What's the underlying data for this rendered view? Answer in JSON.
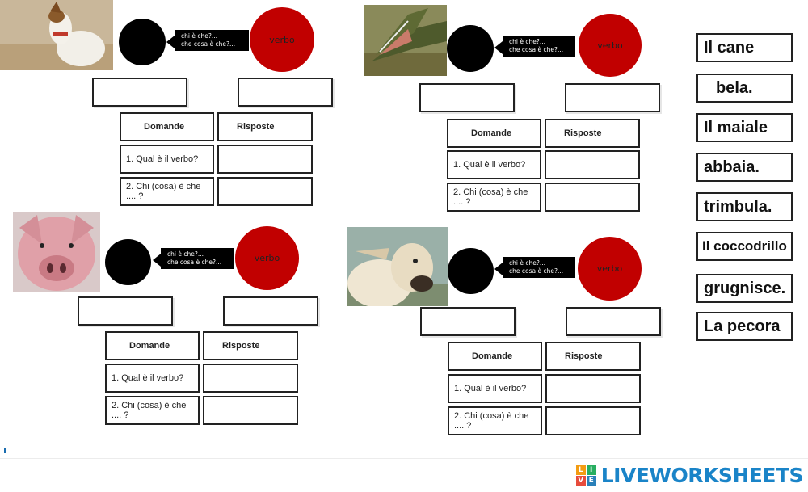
{
  "callout_text": [
    "chi è che?...",
    "che cosa è che?..."
  ],
  "verb_label": "verbo",
  "table": {
    "col_domande": "Domande",
    "col_risposte": "Risposte",
    "q1": "1. Qual è il verbo?",
    "q2": "2. Chi (cosa) è che .... ?"
  },
  "exercises": [
    {
      "animal": "dog"
    },
    {
      "animal": "crocodile"
    },
    {
      "animal": "pig"
    },
    {
      "animal": "sheep"
    }
  ],
  "word_bank": [
    "Il cane",
    "bela.",
    "Il maiale",
    "abbaia.",
    "trimbula.",
    "Il coccodrillo",
    "grugnisce.",
    "La pecora"
  ],
  "brand": {
    "name": "LIVEWORKSHEETS",
    "logo_letters": [
      "L",
      "I",
      "V",
      "E"
    ],
    "color": "#1a84c8"
  }
}
